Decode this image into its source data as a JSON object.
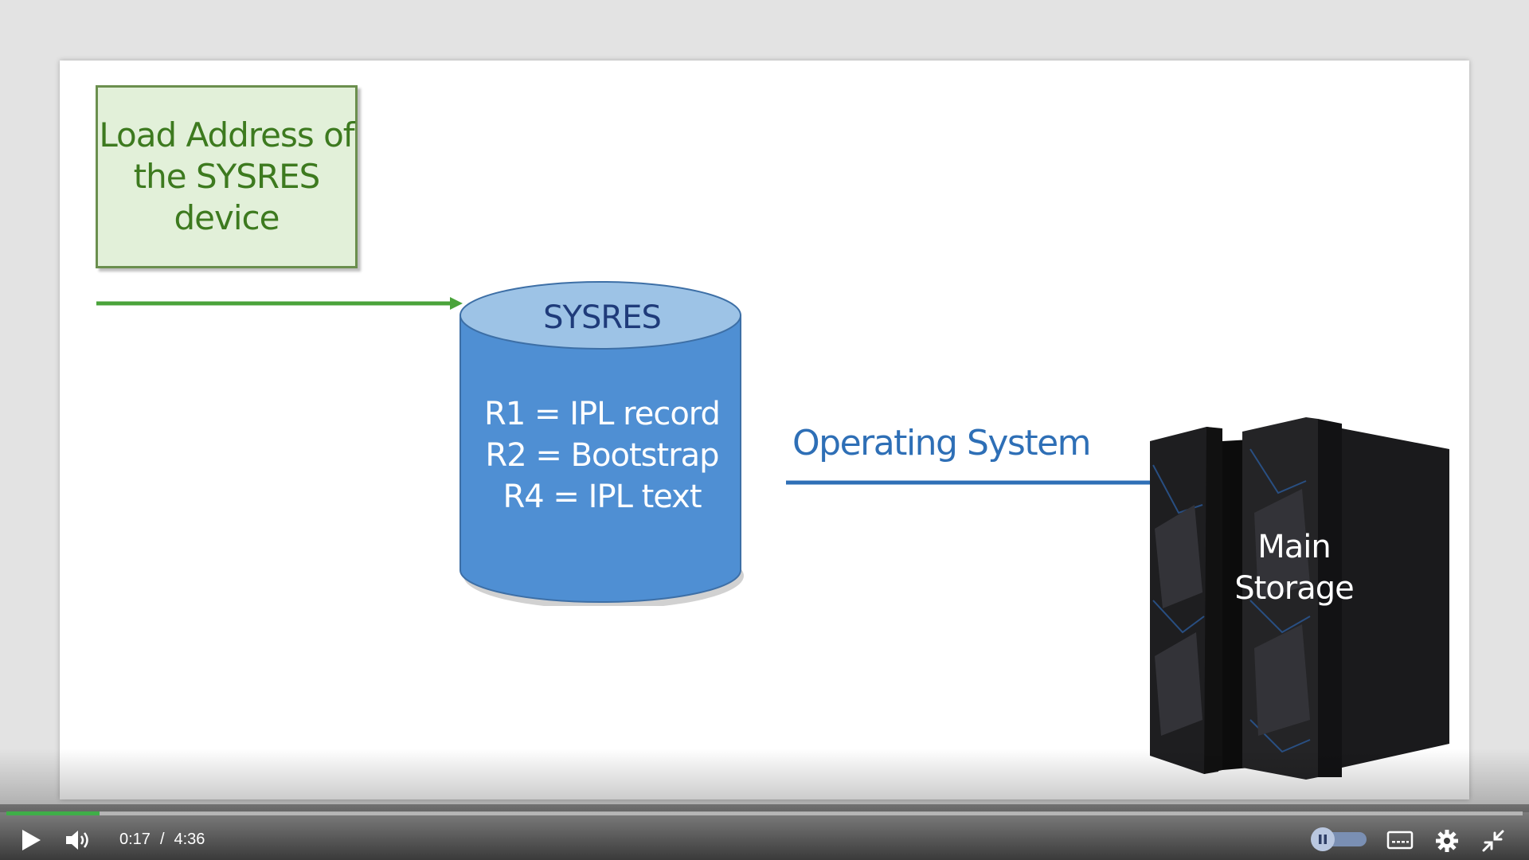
{
  "slide": {
    "green_box_lines": [
      "Load Address of",
      "the SYSRES",
      "device"
    ],
    "cylinder_title": "SYSRES",
    "cylinder_lines": [
      "R1 = IPL record",
      "R2 = Bootstrap",
      "R4 = IPL text"
    ],
    "arrow_label": "Operating System",
    "server_label_lines": [
      "Main",
      "Storage"
    ]
  },
  "player": {
    "current_time": "0:17",
    "separator": "/",
    "duration": "4:36",
    "progress_fraction": 0.0616,
    "progress_color": "#3fae49",
    "icons": [
      "play-icon",
      "volume-icon",
      "pause-toggle-icon",
      "captions-icon",
      "gear-icon",
      "exit-fullscreen-icon"
    ]
  },
  "colors": {
    "green_text": "#3d7a1f",
    "green_box_bg": "#e2f0d9",
    "cylinder_fill": "#4f8fd3",
    "cylinder_top": "#9dc3e6",
    "blue_text": "#2e6fb6"
  }
}
